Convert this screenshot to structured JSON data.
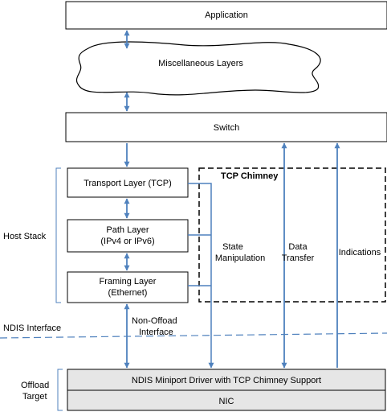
{
  "boxes": {
    "application": "Application",
    "misc_layers": "Miscellaneous Layers",
    "switch": "Switch",
    "transport": "Transport Layer (TCP)",
    "path_line1": "Path Layer",
    "path_line2": "(IPv4 or IPv6)",
    "framing_line1": "Framing Layer",
    "framing_line2": "(Ethernet)",
    "miniport": "NDIS Miniport Driver with TCP Chimney Support",
    "nic": "NIC"
  },
  "labels": {
    "tcp_chimney": "TCP Chimney",
    "host_stack": "Host Stack",
    "state_line1": "State",
    "state_line2": "Manipulation",
    "data_line1": "Data",
    "data_line2": "Transfer",
    "indications": "Indications",
    "ndis_interface": "NDIS Interface",
    "non_offload_line1": "Non-Offoad",
    "non_offload_line2": "Interface",
    "offload_line1": "Offload",
    "offload_line2": "Target"
  },
  "colors": {
    "arrow": "#4f81bd",
    "box_border": "#000000",
    "offload_fill": "#e6e6e6",
    "bracket": "#4f81bd"
  }
}
